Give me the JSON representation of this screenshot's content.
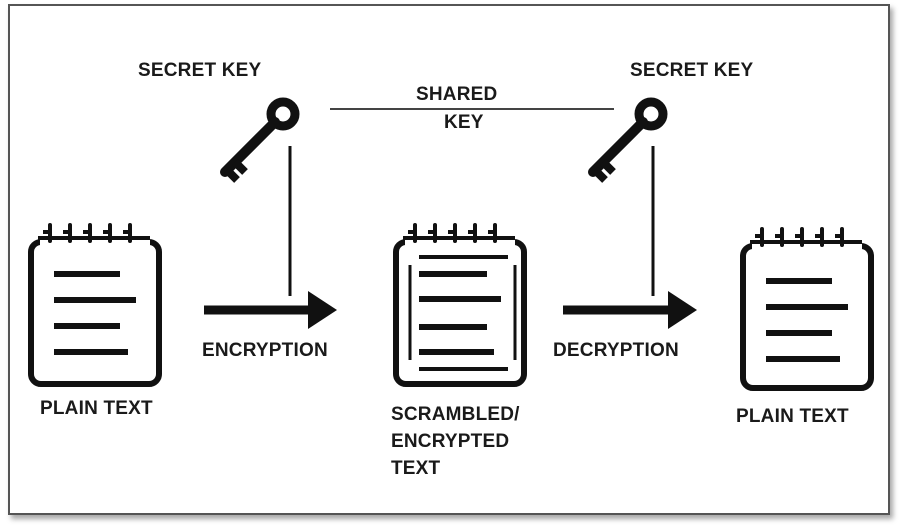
{
  "diagram": {
    "title": "Symmetric key encryption",
    "nodes": [
      {
        "id": "plain1",
        "label": "PLAIN TEXT",
        "icon": "notepad-icon"
      },
      {
        "id": "cipher",
        "label_lines": [
          "SCRAMBLED/",
          "ENCRYPTED",
          "TEXT"
        ],
        "icon": "encrypted-notepad-icon"
      },
      {
        "id": "plain2",
        "label": "PLAIN TEXT",
        "icon": "notepad-icon"
      }
    ],
    "keys": [
      {
        "id": "key1",
        "label": "SECRET KEY",
        "icon": "key-icon"
      },
      {
        "id": "key2",
        "label": "SECRET KEY",
        "icon": "key-icon"
      }
    ],
    "shared": {
      "line1": "SHARED",
      "line2": "KEY"
    },
    "edges": [
      {
        "from": "plain1",
        "to": "cipher",
        "label": "ENCRYPTION",
        "key": "key1"
      },
      {
        "from": "cipher",
        "to": "plain2",
        "label": "DECRYPTION",
        "key": "key2"
      }
    ],
    "colors": {
      "ink": "#111111",
      "frame": "#555555",
      "background": "#ffffff"
    }
  }
}
